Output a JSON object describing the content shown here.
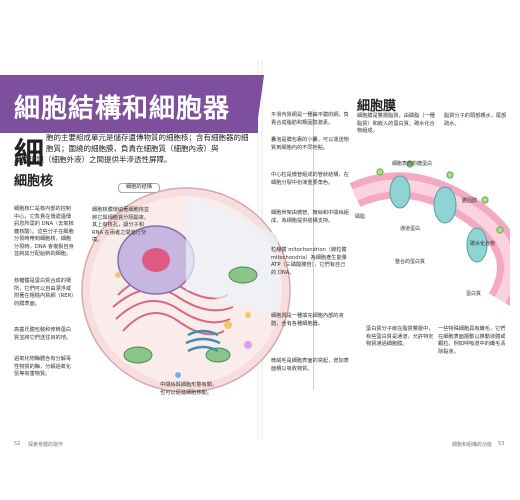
{
  "page": {
    "title": "細胞結構和細胞器",
    "intro_char": "細",
    "intro_text": "胞的主要組成單元是儲存遺傳物質的細胞核；含有細胞器的細胞質；圍繞的細胞膜，負責在細胞質（細胞內液）與",
    "intro_text2": "周圍環境（細胞外液）之間提供半滲透性屏障。",
    "section_nucleus": "細胞核",
    "section_membrane": "細胞膜"
  },
  "notes_left": {
    "cell_structure": "細胞的結構",
    "nucleolus": "細胞核仁是核內部的控制中心，它負責在傳遞遺傳訊息所需的 DNA（去氧核糖核酸）。這些分子在細胞分裂時帶到細胞核，細胞分裂時，DNA 會複製自身並將其分配給新的細胞。",
    "membrane_nuc": "細胞核膜環繞著細胞核並將它與細胞質分隔開來。其上有核孔，讓分子和 RNA 在兩者之間進行交換。",
    "nucleolus2": "核糖體是蛋白質合成的場所，它們可以自由漂浮或附著在粗糙內質網（RER）的膜表面。",
    "golgi": "高基氏體包裝和修飾蛋白質並將它們送往目的地。",
    "lysosome": "過氧化物酶體含有分解毒性物質的酶，分解過氧化氫等有害物質。",
    "centrosome": "中間絲與細胞形態有關，也可以促進細胞移動。"
  },
  "notes_mid": {
    "smooth_er": "平滑內質網是一種扁平膜的網，負責合成脂肪和類固醇激素。",
    "vesicle": "囊泡是膜包裹的小囊，可以運送物質到細胞內的不同地點。",
    "centrioles": "中心粒是微管組成的管狀結構，在細胞分裂中扮演重要角色。",
    "mito_bonus": "細胞骨架由微管、微絲和中間絲組成，為細胞提供結構支持。",
    "mito": "粒線體 mitochondrion（線粒體 mitochondria）為細胞產生能量 ATP（三磷酸腺苷），它們有自己的 DNA。",
    "cytoplasm": "細胞質是一種填充細胞內部的液體，含有各種細胞器。",
    "microvilli": "微絨毛是細胞表面的突起，增加表面積以吸收物質。"
  },
  "notes_right": {
    "membrane_desc": "細胞膜是雙層脂質，由磷脂（一種脂質）和嵌入的蛋白質、碳水化合物組成。",
    "membrane_desc2": "脂質分子的頭部親水，尾部疏水。",
    "bottom_left": "蛋白質分子嵌在脂質雙層中，有些蛋白質是通道，允許特定物質通過細胞膜。",
    "bottom_right": "一些特殊細胞具有纖毛，它們在細胞表面擺動以推動液體或顆粒，例如呼吸道中的纖毛清除黏液。"
  },
  "labels": {
    "glycoprotein": "細胞表面的糖蛋白",
    "channel": "通道蛋白",
    "carb": "碳水化合物",
    "lipid": "磷脂",
    "cholesterol": "膽固醇",
    "protein": "整合的蛋白質",
    "protein2": "蛋白質"
  },
  "footer": {
    "left_num": "52",
    "left_text": "探索身體的運作",
    "right_text": "細胞和組織的功能",
    "right_num": "53"
  },
  "colors": {
    "banner": "#7d4f9d",
    "cell_pink": "#f3b8c8",
    "membrane_teal": "#8fd3d3",
    "nucleus": "#c7b6e0"
  }
}
